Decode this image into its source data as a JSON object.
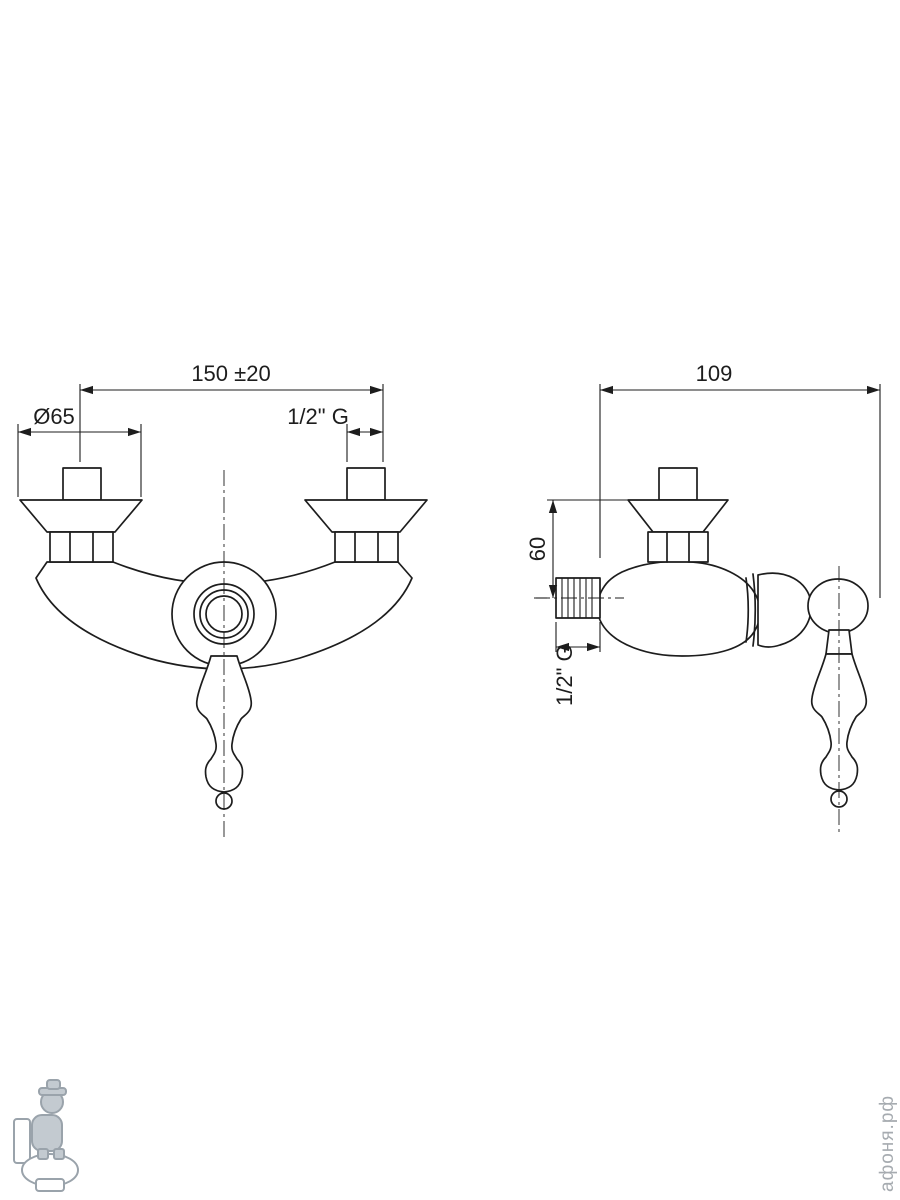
{
  "drawing": {
    "front_view": {
      "dim_width": "150 ±20",
      "dim_flange_diameter": "Ø65",
      "dim_thread": "1/2\" G"
    },
    "side_view": {
      "dim_depth": "109",
      "dim_offset": "60",
      "dim_thread": "1/2\" G"
    },
    "watermark_text": "афоня.рф",
    "colors": {
      "line": "#1d1d1d",
      "watermark": "#a6abb0"
    }
  }
}
